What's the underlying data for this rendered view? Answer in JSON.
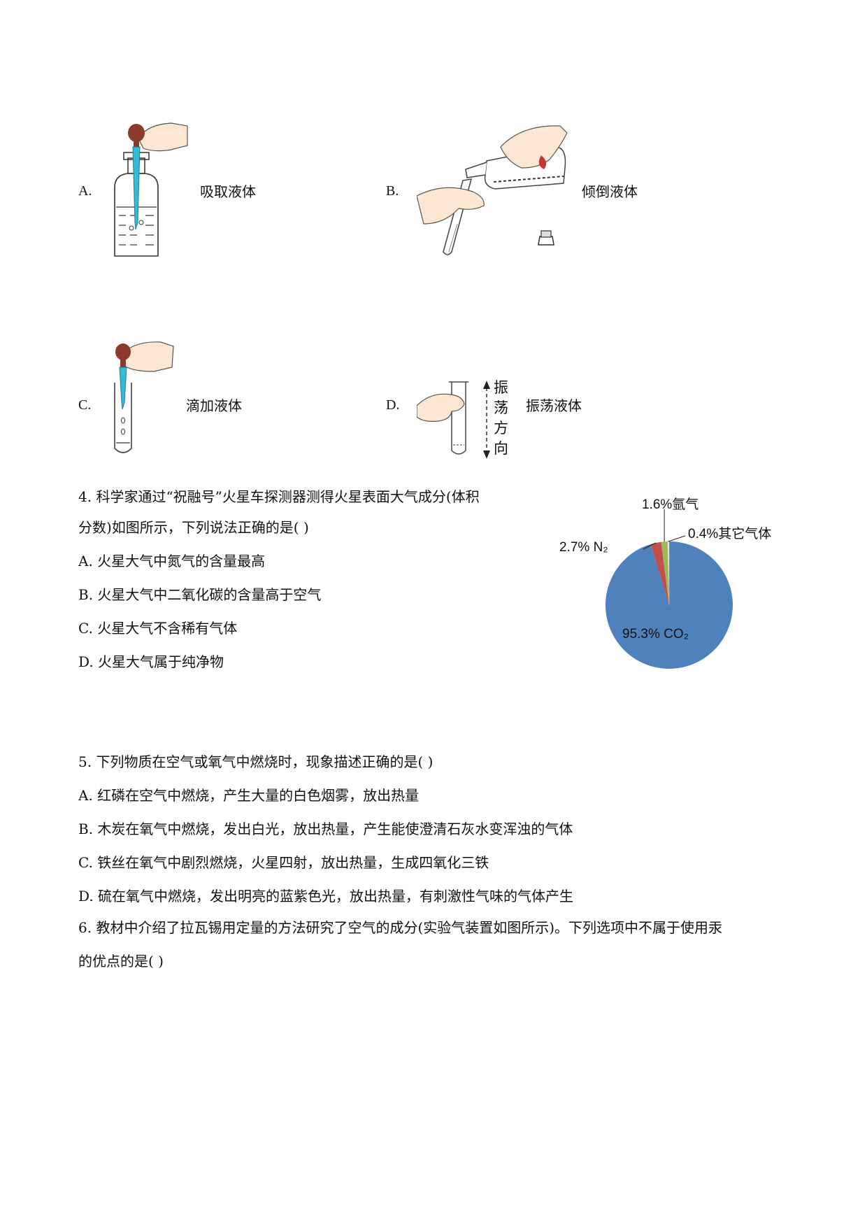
{
  "q3": {
    "options": [
      {
        "letter": "A.",
        "label": "吸取液体"
      },
      {
        "letter": "B.",
        "label": "倾倒液体"
      },
      {
        "letter": "C.",
        "label": "滴加液体"
      },
      {
        "letter": "D.",
        "label": "振荡液体"
      }
    ],
    "shake_direction_chars": [
      "振",
      "荡",
      "方",
      "向"
    ]
  },
  "q4": {
    "stem_line1": "4. 科学家通过“祝融号”火星车探测器测得火星表面大气成分(体积",
    "stem_line2": "分数)如图所示，下列说法正确的是(    )",
    "options": [
      "A. 火星大气中氮气的含量最高",
      "B. 火星大气中二氧化碳的含量高于空气",
      "C. 火星大气不含稀有气体",
      "D. 火星大气属于纯净物"
    ]
  },
  "q5": {
    "stem": "5. 下列物质在空气或氧气中燃烧时，现象描述正确的是(    )",
    "options": [
      "A. 红磷在空气中燃烧，产生大量的白色烟雾，放出热量",
      "B. 木炭在氧气中燃烧，发出白光，放出热量，产生能使澄清石灰水变浑浊的气体",
      "C. 铁丝在氧气中剧烈燃烧，火星四射，放出热量，生成四氧化三铁",
      "D. 硫在氧气中燃烧，发出明亮的蓝紫色光，放出热量，有刺激性气味的气体产生"
    ]
  },
  "q6": {
    "stem_line1": "6. 教材中介绍了拉瓦锡用定量的方法研究了空气的成分(实验气装置如图所示)。下列选项中不属于使用汞",
    "stem_line2": "的优点的是(    )"
  },
  "chart_data": {
    "type": "pie",
    "slices": [
      {
        "label": "CO₂",
        "value": 95.3,
        "display": "95.3% CO₂",
        "color": "#4f81bd"
      },
      {
        "label": "N₂",
        "value": 2.7,
        "display": "2.7% N₂",
        "color": "#c0504d"
      },
      {
        "label": "氩气",
        "value": 1.6,
        "display": "1.6%氩气",
        "color": "#9bbb59"
      },
      {
        "label": "其它气体",
        "value": 0.4,
        "display": "0.4%其它气体",
        "color": "#f2f2f2"
      }
    ]
  }
}
